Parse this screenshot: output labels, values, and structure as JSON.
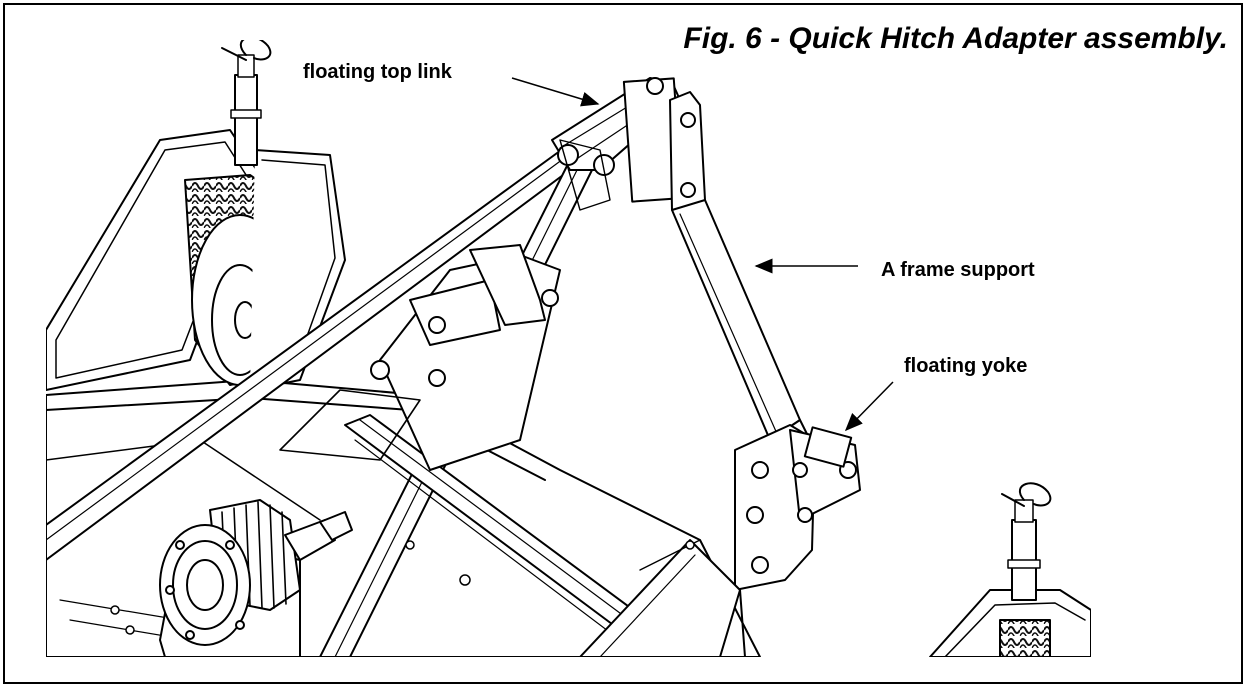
{
  "figure": {
    "title": "Fig. 6 - Quick Hitch Adapter assembly."
  },
  "callouts": {
    "top_link": "floating top link",
    "a_frame": "A frame support",
    "yoke": "floating yoke"
  },
  "colors": {
    "ink": "#000000",
    "paper": "#ffffff",
    "tire_tread": "#1a1a1a",
    "steel_shade": "#e9e9e9"
  }
}
